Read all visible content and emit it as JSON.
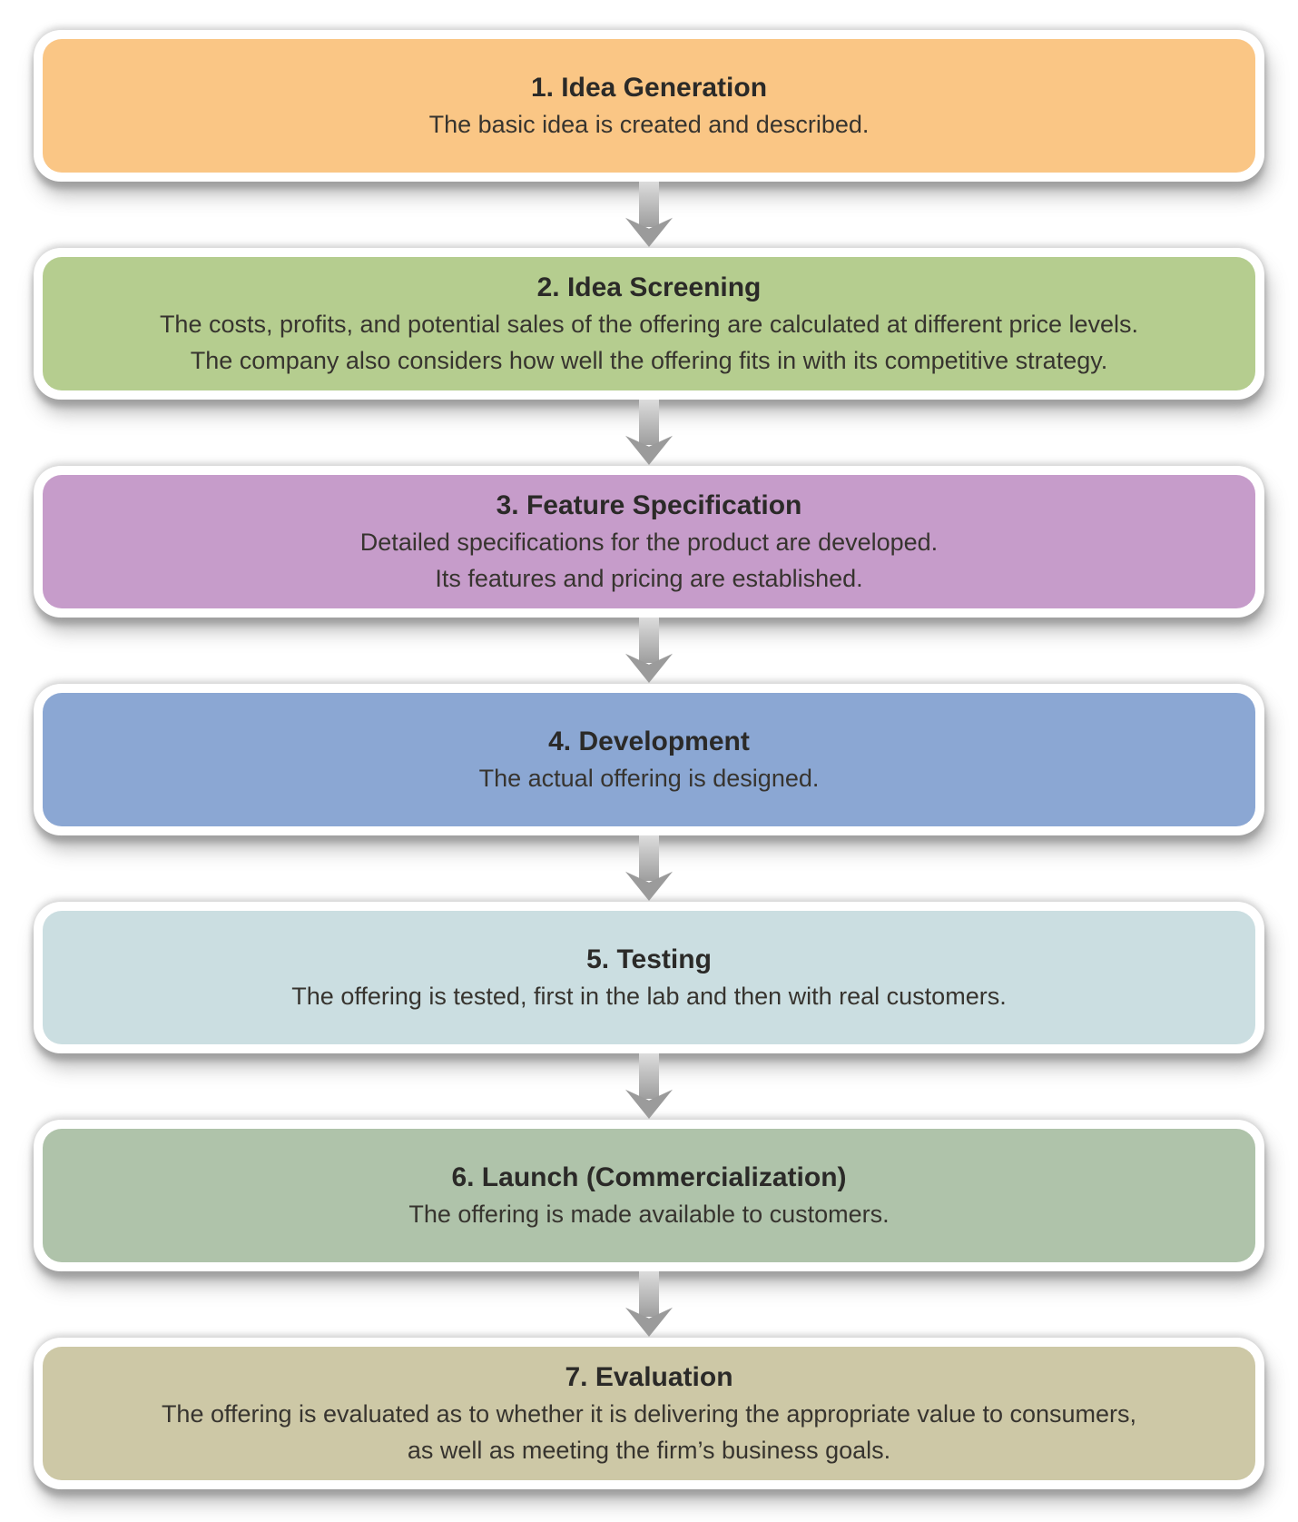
{
  "diagram": {
    "steps": [
      {
        "heading": "1. Idea Generation",
        "lines": [
          "The basic idea is created and described."
        ],
        "color": "#FAC685"
      },
      {
        "heading": "2. Idea Screening",
        "lines": [
          "The costs, profits, and potential sales of the offering are calculated at different price levels.",
          "The company also considers how well the offering fits in with its competitive strategy."
        ],
        "color": "#B5CD8F"
      },
      {
        "heading": "3. Feature Specification",
        "lines": [
          "Detailed specifications for the product are developed.",
          "Its features and pricing are established."
        ],
        "color": "#C69CCA"
      },
      {
        "heading": "4. Development",
        "lines": [
          "The actual offering is designed."
        ],
        "color": "#8BA7D3"
      },
      {
        "heading": "5. Testing",
        "lines": [
          "The offering is tested, first in the lab and then with real customers."
        ],
        "color": "#CBDEE1"
      },
      {
        "heading": "6. Launch (Commercialization)",
        "lines": [
          "The offering is made available to customers."
        ],
        "color": "#AFC3AA"
      },
      {
        "heading": "7. Evaluation",
        "lines": [
          "The offering is evaluated as to whether it is delivering the appropriate value to consumers,",
          "as well as meeting the firm’s business goals."
        ],
        "color": "#CDC8A6"
      }
    ],
    "arrow_color": "#9B9B9B"
  }
}
